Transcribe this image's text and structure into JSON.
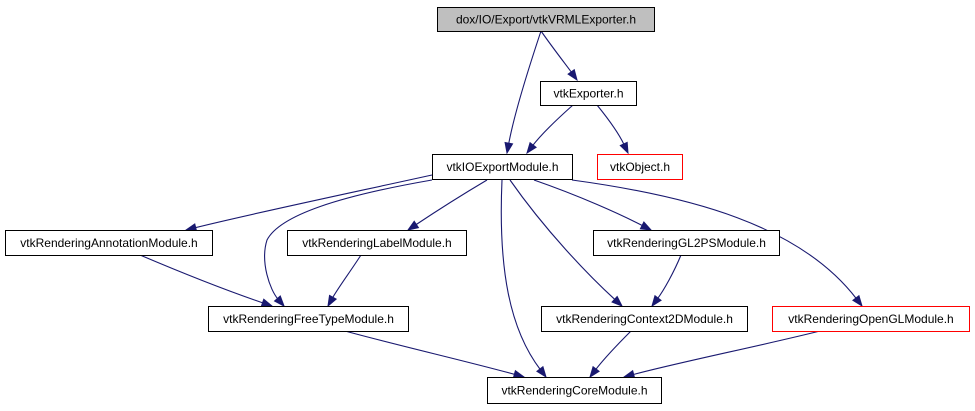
{
  "graph": {
    "colors": {
      "edge": "#191970",
      "node_border_default": "#000000",
      "node_border_truncated": "#ff0000",
      "root_fill": "#bfbfbf",
      "node_fill": "#ffffff"
    },
    "nodes": [
      {
        "id": "root",
        "label": "dox/IO/Export/vtkVRMLExporter.h",
        "style": "root"
      },
      {
        "id": "exporter",
        "label": "vtkExporter.h",
        "style": "normal"
      },
      {
        "id": "ioexport",
        "label": "vtkIOExportModule.h",
        "style": "normal"
      },
      {
        "id": "object",
        "label": "vtkObject.h",
        "style": "truncated"
      },
      {
        "id": "annotation",
        "label": "vtkRenderingAnnotationModule.h",
        "style": "normal"
      },
      {
        "id": "label",
        "label": "vtkRenderingLabelModule.h",
        "style": "normal"
      },
      {
        "id": "gl2ps",
        "label": "vtkRenderingGL2PSModule.h",
        "style": "normal"
      },
      {
        "id": "freetype",
        "label": "vtkRenderingFreeTypeModule.h",
        "style": "normal"
      },
      {
        "id": "context2d",
        "label": "vtkRenderingContext2DModule.h",
        "style": "normal"
      },
      {
        "id": "opengl",
        "label": "vtkRenderingOpenGLModule.h",
        "style": "truncated"
      },
      {
        "id": "core",
        "label": "vtkRenderingCoreModule.h",
        "style": "normal"
      }
    ],
    "edges": [
      {
        "from": "root",
        "to": "exporter"
      },
      {
        "from": "root",
        "to": "ioexport"
      },
      {
        "from": "exporter",
        "to": "ioexport"
      },
      {
        "from": "exporter",
        "to": "object"
      },
      {
        "from": "ioexport",
        "to": "annotation"
      },
      {
        "from": "ioexport",
        "to": "freetype"
      },
      {
        "from": "ioexport",
        "to": "label"
      },
      {
        "from": "ioexport",
        "to": "core"
      },
      {
        "from": "ioexport",
        "to": "context2d"
      },
      {
        "from": "ioexport",
        "to": "gl2ps"
      },
      {
        "from": "ioexport",
        "to": "opengl"
      },
      {
        "from": "annotation",
        "to": "freetype"
      },
      {
        "from": "label",
        "to": "freetype"
      },
      {
        "from": "gl2ps",
        "to": "context2d"
      },
      {
        "from": "freetype",
        "to": "core"
      },
      {
        "from": "context2d",
        "to": "core"
      },
      {
        "from": "opengl",
        "to": "core"
      }
    ]
  }
}
